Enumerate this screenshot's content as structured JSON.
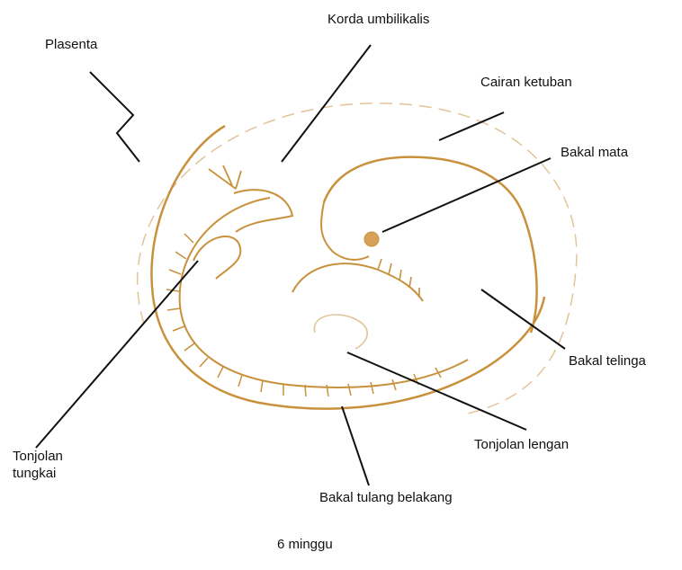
{
  "labels": {
    "plasenta": "Plasenta",
    "korda": "Korda umbilikalis",
    "cairan": "Cairan ketuban",
    "bakal_mata": "Bakal mata",
    "bakal_telinga": "Bakal telinga",
    "tonjolan_tungkai": "Tonjolan tungkai",
    "tonjolan_lengan": "Tonjolan lengan",
    "bakal_tulang": "Bakal tulang belakang"
  },
  "caption": "6 minggu",
  "colors": {
    "outline": "#C8913C",
    "eye_dot": "#D9A05A",
    "leader": "#111111"
  }
}
